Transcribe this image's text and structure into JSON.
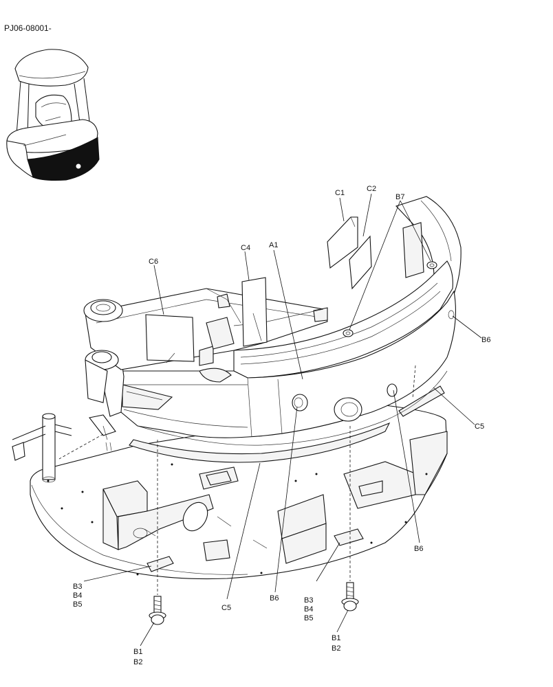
{
  "header": {
    "code": "PJ06-08001-"
  },
  "labels": {
    "C1": "C1",
    "C2": "C2",
    "B7": "B7",
    "C4": "C4",
    "A1": "A1",
    "C6": "C6",
    "B6_right": "B6",
    "C5_right": "C5",
    "B6_lower_right": "B6",
    "B6_bottom": "B6",
    "C5_bottom": "C5",
    "B3_left": "B3",
    "B4_left": "B4",
    "B5_left": "B5",
    "B3_right": "B3",
    "B4_right": "B4",
    "B5_right": "B5",
    "B1_left": "B1",
    "B2_left": "B2",
    "B1_right": "B1",
    "B2_right": "B2"
  },
  "icons": {
    "thumbnail": "excavator-thumbnail-icon",
    "bolt": "bolt-icon"
  }
}
